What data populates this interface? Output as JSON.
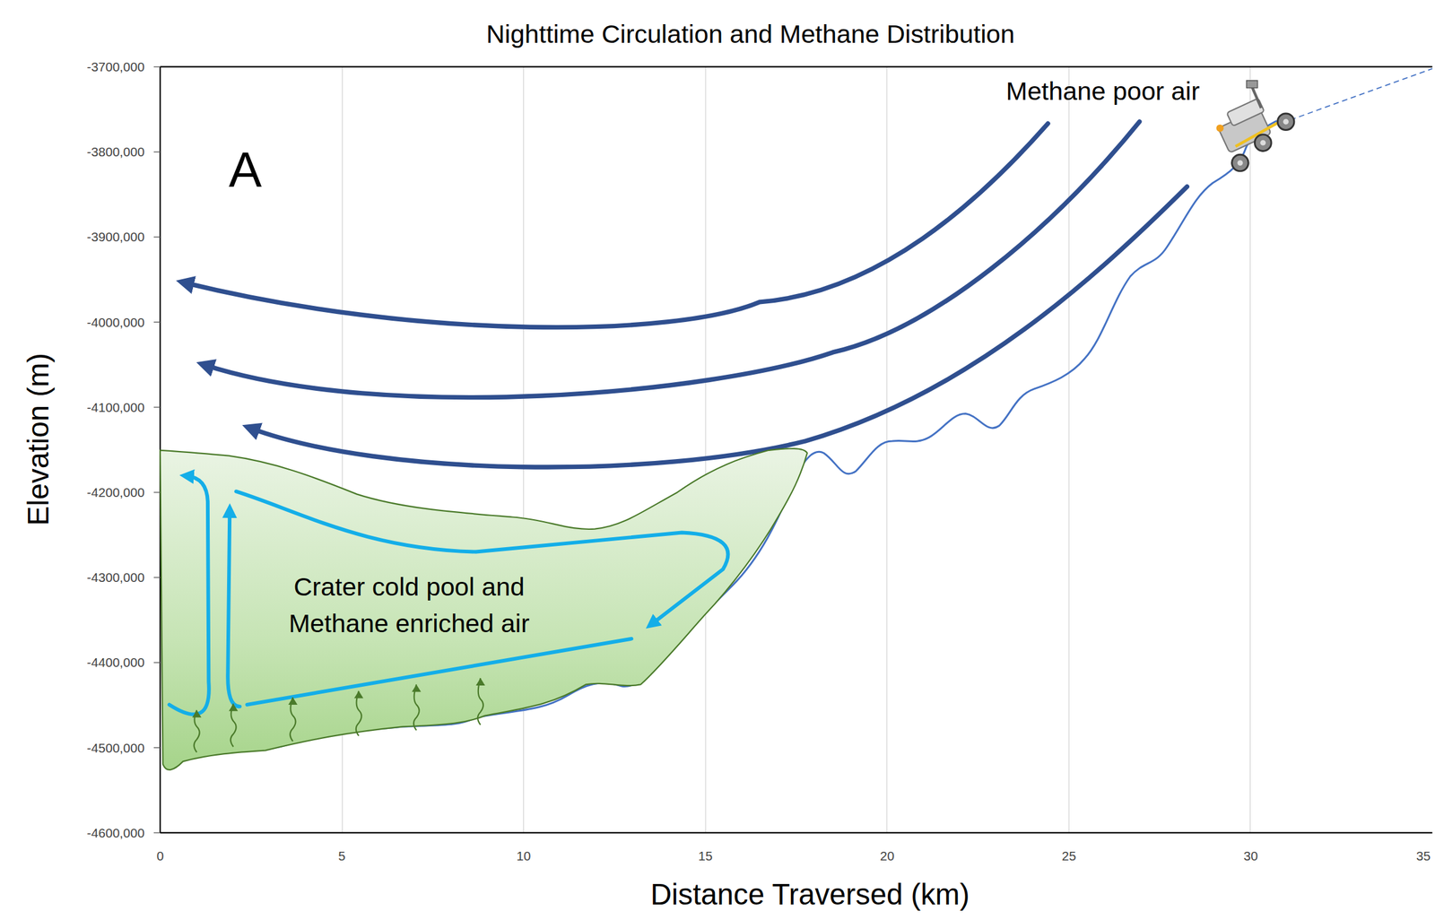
{
  "diagram": {
    "title": "Nighttime Circulation and Methane Distribution",
    "nodes": [
      {
        "text": [
          "Crater cold pool and Methane enriched air"
        ]
      }
    ],
    "edges": [],
    "labels": [
      "A",
      "Methane poor air",
      "-3700,000",
      "-3800,000",
      "-3900,000",
      "-4000,000",
      "-4100,000",
      "-4200,000",
      "-4300,000",
      "-4400,000",
      "-4500,000",
      "-4600,000",
      "0",
      "5",
      "10",
      "15",
      "20",
      "25",
      "30",
      "35",
      "Elevation (m)",
      "Distance Traversed (km)"
    ]
  }
}
